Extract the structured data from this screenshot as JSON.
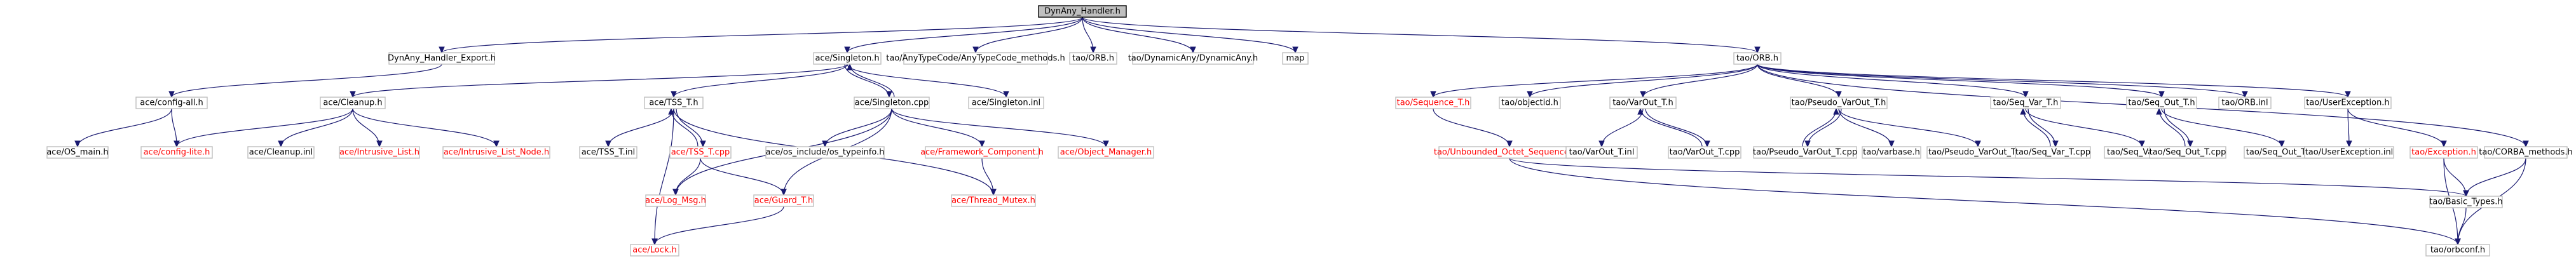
{
  "graph": {
    "colors": {
      "edge": "#191970",
      "node_border": "#bfbfbf",
      "root_fill": "#bfbfbf",
      "missing_text": "#ff0000"
    },
    "nodes": [
      {
        "id": "root",
        "label": "DynAny_Handler.h",
        "kind": "root"
      },
      {
        "id": "dyn_export",
        "label": "DynAny_Handler_Export.h",
        "kind": "documented"
      },
      {
        "id": "ace_singleton_h",
        "label": "ace/Singleton.h",
        "kind": "documented"
      },
      {
        "id": "any_methods",
        "label": "tao/AnyTypeCode/AnyTypeCode_methods.h",
        "kind": "documented"
      },
      {
        "id": "tao_orb_h_top",
        "label": "tao/ORB.h",
        "kind": "documented"
      },
      {
        "id": "dynamic_any",
        "label": "tao/DynamicAny/DynamicAny.h",
        "kind": "documented"
      },
      {
        "id": "map",
        "label": "map",
        "kind": "documented"
      },
      {
        "id": "tao_orb_h",
        "label": "tao/ORB.h",
        "kind": "documented"
      },
      {
        "id": "config_all",
        "label": "ace/config-all.h",
        "kind": "documented"
      },
      {
        "id": "cleanup_h",
        "label": "ace/Cleanup.h",
        "kind": "documented"
      },
      {
        "id": "tss_t_h",
        "label": "ace/TSS_T.h",
        "kind": "documented"
      },
      {
        "id": "singleton_cpp",
        "label": "ace/Singleton.cpp",
        "kind": "documented"
      },
      {
        "id": "singleton_inl",
        "label": "ace/Singleton.inl",
        "kind": "documented"
      },
      {
        "id": "os_main",
        "label": "ace/OS_main.h",
        "kind": "documented"
      },
      {
        "id": "config_lite",
        "label": "ace/config-lite.h",
        "kind": "missing"
      },
      {
        "id": "cleanup_inl",
        "label": "ace/Cleanup.inl",
        "kind": "documented"
      },
      {
        "id": "intrusive_list",
        "label": "ace/Intrusive_List.h",
        "kind": "missing"
      },
      {
        "id": "intrusive_list_node",
        "label": "ace/Intrusive_List_Node.h",
        "kind": "missing"
      },
      {
        "id": "tss_t_inl",
        "label": "ace/TSS_T.inl",
        "kind": "documented"
      },
      {
        "id": "tss_t_cpp",
        "label": "ace/TSS_T.cpp",
        "kind": "missing"
      },
      {
        "id": "os_typeinfo",
        "label": "ace/os_include/os_typeinfo.h",
        "kind": "documented"
      },
      {
        "id": "framework_component",
        "label": "ace/Framework_Component.h",
        "kind": "missing"
      },
      {
        "id": "object_manager",
        "label": "ace/Object_Manager.h",
        "kind": "missing"
      },
      {
        "id": "log_msg",
        "label": "ace/Log_Msg.h",
        "kind": "missing"
      },
      {
        "id": "guard_t",
        "label": "ace/Guard_T.h",
        "kind": "missing"
      },
      {
        "id": "thread_mutex",
        "label": "ace/Thread_Mutex.h",
        "kind": "missing"
      },
      {
        "id": "lock_h",
        "label": "ace/Lock.h",
        "kind": "missing"
      },
      {
        "id": "sequence_t",
        "label": "tao/Sequence_T.h",
        "kind": "missing"
      },
      {
        "id": "objectid",
        "label": "tao/objectid.h",
        "kind": "documented"
      },
      {
        "id": "varout_t_h",
        "label": "tao/VarOut_T.h",
        "kind": "documented"
      },
      {
        "id": "pseudo_varout_h",
        "label": "tao/Pseudo_VarOut_T.h",
        "kind": "documented"
      },
      {
        "id": "seq_var_h",
        "label": "tao/Seq_Var_T.h",
        "kind": "documented"
      },
      {
        "id": "seq_out_h",
        "label": "tao/Seq_Out_T.h",
        "kind": "documented"
      },
      {
        "id": "orb_inl",
        "label": "tao/ORB.inl",
        "kind": "documented"
      },
      {
        "id": "user_exception_h",
        "label": "tao/UserException.h",
        "kind": "documented"
      },
      {
        "id": "unbounded_octet",
        "label": "tao/Unbounded_Octet_Sequence_T.h",
        "kind": "missing"
      },
      {
        "id": "varout_t_inl",
        "label": "tao/VarOut_T.inl",
        "kind": "documented"
      },
      {
        "id": "varout_t_cpp",
        "label": "tao/VarOut_T.cpp",
        "kind": "documented"
      },
      {
        "id": "pseudo_varout_cpp",
        "label": "tao/Pseudo_VarOut_T.cpp",
        "kind": "documented"
      },
      {
        "id": "varbase",
        "label": "tao/varbase.h",
        "kind": "documented"
      },
      {
        "id": "pseudo_varout_inl",
        "label": "tao/Pseudo_VarOut_T.inl",
        "kind": "documented"
      },
      {
        "id": "seq_var_cpp",
        "label": "tao/Seq_Var_T.cpp",
        "kind": "documented"
      },
      {
        "id": "seq_var_inl",
        "label": "tao/Seq_Var_T.inl",
        "kind": "documented"
      },
      {
        "id": "seq_out_cpp",
        "label": "tao/Seq_Out_T.cpp",
        "kind": "documented"
      },
      {
        "id": "seq_out_inl",
        "label": "tao/Seq_Out_T.inl",
        "kind": "documented"
      },
      {
        "id": "user_exception_inl",
        "label": "tao/UserException.inl",
        "kind": "documented"
      },
      {
        "id": "exception_h",
        "label": "tao/Exception.h",
        "kind": "missing"
      },
      {
        "id": "corba_methods",
        "label": "tao/CORBA_methods.h",
        "kind": "documented"
      },
      {
        "id": "basic_types",
        "label": "tao/Basic_Types.h",
        "kind": "documented"
      },
      {
        "id": "orbconf",
        "label": "tao/orbconf.h",
        "kind": "documented"
      }
    ],
    "edges": [
      [
        "root",
        "dyn_export"
      ],
      [
        "root",
        "ace_singleton_h"
      ],
      [
        "root",
        "any_methods"
      ],
      [
        "root",
        "tao_orb_h_top"
      ],
      [
        "root",
        "dynamic_any"
      ],
      [
        "root",
        "map"
      ],
      [
        "root",
        "tao_orb_h"
      ],
      [
        "dyn_export",
        "config_all"
      ],
      [
        "config_all",
        "os_main"
      ],
      [
        "config_all",
        "config_lite"
      ],
      [
        "ace_singleton_h",
        "cleanup_h"
      ],
      [
        "ace_singleton_h",
        "tss_t_h"
      ],
      [
        "ace_singleton_h",
        "singleton_cpp"
      ],
      [
        "ace_singleton_h",
        "singleton_inl"
      ],
      [
        "cleanup_h",
        "config_lite"
      ],
      [
        "cleanup_h",
        "cleanup_inl"
      ],
      [
        "cleanup_h",
        "intrusive_list"
      ],
      [
        "cleanup_h",
        "intrusive_list_node"
      ],
      [
        "tss_t_h",
        "tss_t_inl"
      ],
      [
        "tss_t_h",
        "tss_t_cpp"
      ],
      [
        "tss_t_cpp",
        "tss_t_h"
      ],
      [
        "tss_t_h",
        "lock_h"
      ],
      [
        "tss_t_h",
        "thread_mutex"
      ],
      [
        "tss_t_cpp",
        "log_msg"
      ],
      [
        "tss_t_cpp",
        "guard_t"
      ],
      [
        "singleton_cpp",
        "ace_singleton_h"
      ],
      [
        "singleton_cpp",
        "os_typeinfo"
      ],
      [
        "singleton_cpp",
        "framework_component"
      ],
      [
        "singleton_cpp",
        "object_manager"
      ],
      [
        "singleton_cpp",
        "log_msg"
      ],
      [
        "singleton_cpp",
        "guard_t"
      ],
      [
        "framework_component",
        "thread_mutex"
      ],
      [
        "guard_t",
        "lock_h"
      ],
      [
        "tao_orb_h",
        "sequence_t"
      ],
      [
        "tao_orb_h",
        "objectid"
      ],
      [
        "tao_orb_h",
        "varout_t_h"
      ],
      [
        "tao_orb_h",
        "pseudo_varout_h"
      ],
      [
        "tao_orb_h",
        "seq_var_h"
      ],
      [
        "tao_orb_h",
        "seq_out_h"
      ],
      [
        "tao_orb_h",
        "orb_inl"
      ],
      [
        "tao_orb_h",
        "user_exception_h"
      ],
      [
        "tao_orb_h",
        "corba_methods"
      ],
      [
        "sequence_t",
        "unbounded_octet"
      ],
      [
        "varout_t_h",
        "varout_t_inl"
      ],
      [
        "varout_t_h",
        "varout_t_cpp"
      ],
      [
        "varout_t_cpp",
        "varout_t_h"
      ],
      [
        "pseudo_varout_h",
        "pseudo_varout_cpp"
      ],
      [
        "pseudo_varout_cpp",
        "pseudo_varout_h"
      ],
      [
        "pseudo_varout_h",
        "varbase"
      ],
      [
        "pseudo_varout_h",
        "pseudo_varout_inl"
      ],
      [
        "seq_var_h",
        "seq_var_cpp"
      ],
      [
        "seq_var_cpp",
        "seq_var_h"
      ],
      [
        "seq_var_h",
        "seq_var_inl"
      ],
      [
        "seq_out_h",
        "seq_out_cpp"
      ],
      [
        "seq_out_cpp",
        "seq_out_h"
      ],
      [
        "seq_out_h",
        "seq_out_inl"
      ],
      [
        "user_exception_h",
        "user_exception_inl"
      ],
      [
        "user_exception_h",
        "exception_h"
      ],
      [
        "exception_h",
        "basic_types"
      ],
      [
        "exception_h",
        "orbconf"
      ],
      [
        "unbounded_octet",
        "basic_types"
      ],
      [
        "unbounded_octet",
        "orbconf"
      ],
      [
        "corba_methods",
        "basic_types"
      ],
      [
        "corba_methods",
        "orbconf"
      ],
      [
        "basic_types",
        "orbconf"
      ]
    ]
  }
}
